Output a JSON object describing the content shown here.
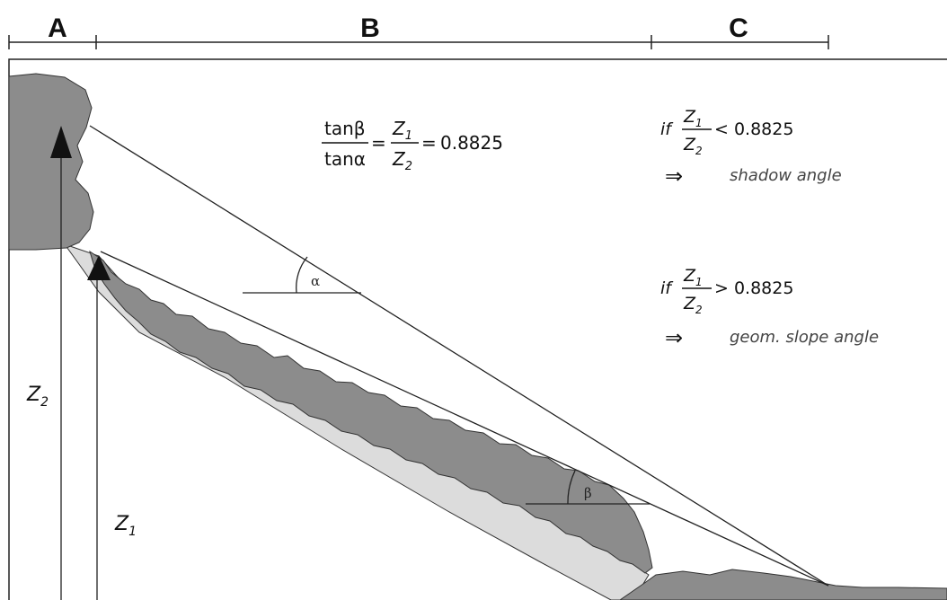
{
  "sections": {
    "a": "A",
    "b": "B",
    "c": "C"
  },
  "formula": {
    "num_left": "tanβ",
    "den_left": "tanα",
    "eq1": "=",
    "num_right_main": "Z",
    "num_right_sub": "1",
    "den_right_main": "Z",
    "den_right_sub": "2",
    "eq2": "=",
    "value": "0.8825"
  },
  "condition_shadow": {
    "prefix": "if",
    "z_main": "Z",
    "num_sub": "1",
    "den_sub": "2",
    "comparison": "< 0.8825",
    "arrow": "⇒",
    "result": "shadow angle"
  },
  "condition_geom": {
    "prefix": "if",
    "z_main": "Z",
    "num_sub": "1",
    "den_sub": "2",
    "comparison": "> 0.8825",
    "arrow": "⇒",
    "result": "geom. slope angle"
  },
  "labels": {
    "z2_main": "Z",
    "z2_sub": "2",
    "z1_main": "Z",
    "z1_sub": "1",
    "alpha": "α",
    "beta": "β"
  },
  "colors": {
    "rock": "#8c8c8c",
    "deposit_light": "#dcdcdc",
    "outline": "#333333"
  }
}
